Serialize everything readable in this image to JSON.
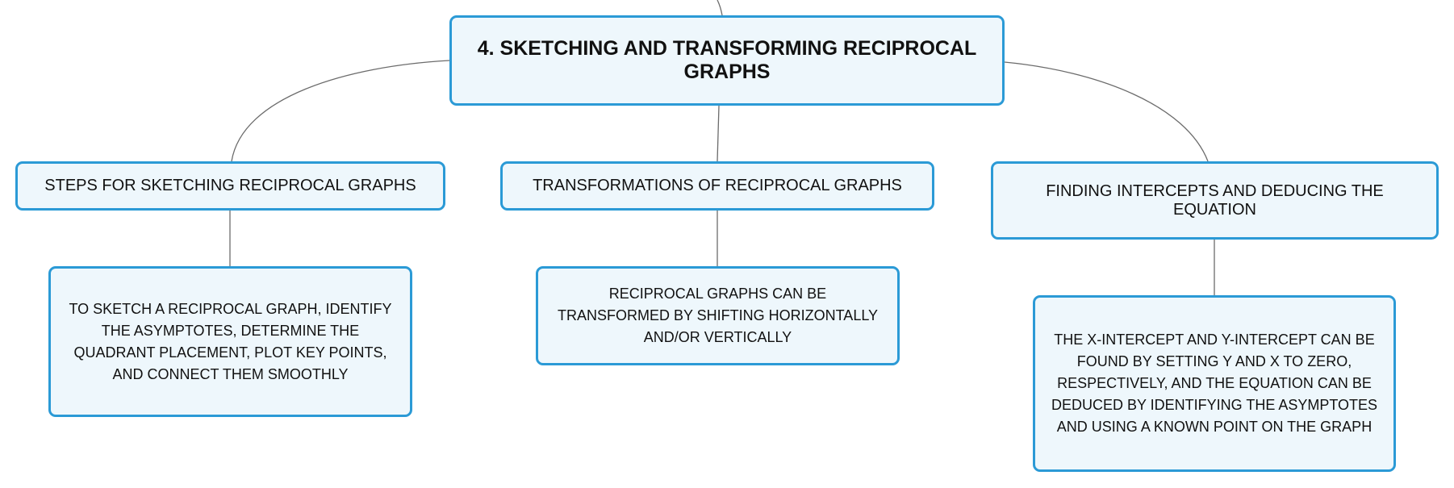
{
  "mindmap": {
    "root": {
      "label": "4. SKETCHING AND TRANSFORMING RECIPROCAL GRAPHS"
    },
    "branches": [
      {
        "label": "STEPS FOR SKETCHING RECIPROCAL GRAPHS",
        "detail": "TO SKETCH A RECIPROCAL GRAPH, IDENTIFY THE ASYMPTOTES, DETERMINE THE QUADRANT PLACEMENT, PLOT KEY POINTS, AND CONNECT THEM SMOOTHLY"
      },
      {
        "label": "TRANSFORMATIONS OF RECIPROCAL GRAPHS",
        "detail": "RECIPROCAL GRAPHS CAN BE TRANSFORMED BY SHIFTING HORIZONTALLY AND/OR VERTICALLY"
      },
      {
        "label": "FINDING INTERCEPTS AND DEDUCING THE EQUATION",
        "detail": "THE X-INTERCEPT AND Y-INTERCEPT CAN BE FOUND BY SETTING Y AND X TO ZERO, RESPECTIVELY, AND THE EQUATION CAN BE DEDUCED BY IDENTIFYING THE ASYMPTOTES AND USING A KNOWN POINT ON THE GRAPH"
      }
    ]
  },
  "colors": {
    "node_border": "#2b9ad6",
    "node_fill": "#eef7fc",
    "connector": "#6b6b6b"
  }
}
